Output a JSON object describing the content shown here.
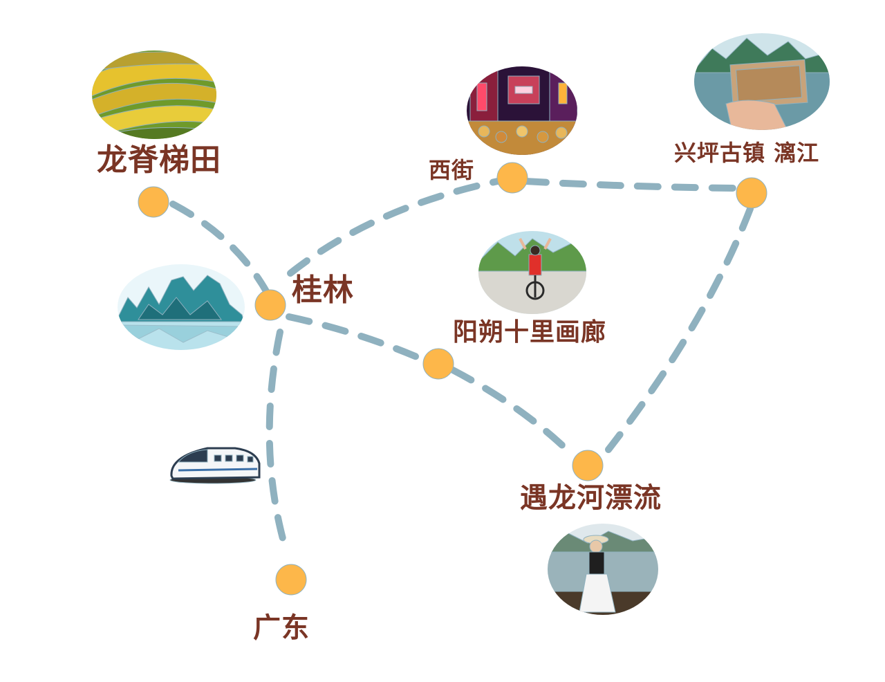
{
  "map": {
    "places": {
      "longji": "龙脊梯田",
      "xijie": "西街",
      "xingping": "兴坪古镇 漓江",
      "guilin": "桂林",
      "shilihualang": "阳朔十里画廊",
      "yulonghe": "遇龙河漂流",
      "guangdong": "广东"
    },
    "colors": {
      "label": "#7a3525",
      "node": "#fdb74a",
      "route": "#8fb1bf"
    },
    "icons": {
      "train": "high-speed-train-icon"
    }
  }
}
